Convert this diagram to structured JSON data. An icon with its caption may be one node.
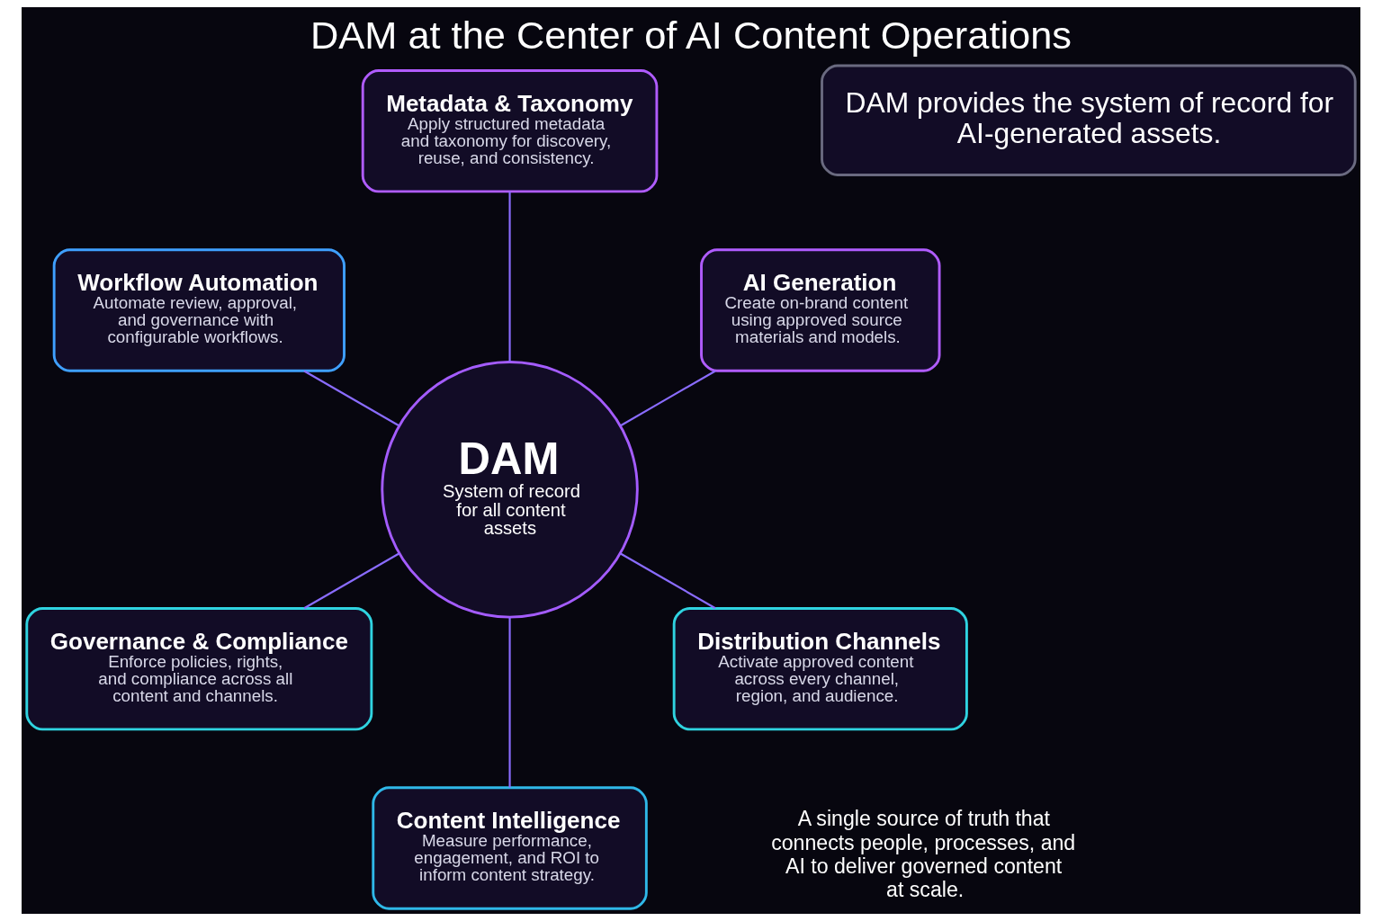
{
  "diagram": {
    "title": "DAM at the Center of AI Content Operations",
    "nodes": [
      {
        "text": [
          "DAM",
          "System of record for all content assets"
        ]
      },
      {
        "text": [
          "AI Generation",
          "Create on-brand content using approved source materials and models."
        ]
      },
      {
        "text": [
          "Metadata & Taxonomy",
          "Apply structured metadata and taxonomy for discovery, reuse, and consistency."
        ]
      },
      {
        "text": [
          "Workflow Automation",
          "Automate review, approval, and governance with configurable workflows."
        ]
      },
      {
        "text": [
          "Governance & Compliance",
          "Enforce policies, rights, and compliance across all content and channels."
        ]
      },
      {
        "text": [
          "Content Intelligence",
          "Measure performance, engagement, and ROI to inform content strategy."
        ]
      },
      {
        "text": [
          "Distribution Channels",
          "Activate approved content across every channel, region, and audience."
        ]
      },
      {
        "text": [
          "DAM provides the system of record for AI-generated assets."
        ]
      }
    ],
    "edges": [
      {
        "from": 0,
        "to": 1,
        "arrow": "none"
      },
      {
        "from": 0,
        "to": 2,
        "arrow": "none"
      },
      {
        "from": 0,
        "to": 3,
        "arrow": "none"
      },
      {
        "from": 0,
        "to": 4,
        "arrow": "none"
      },
      {
        "from": 0,
        "to": 5,
        "arrow": "none"
      },
      {
        "from": 0,
        "to": 6,
        "arrow": "none"
      }
    ],
    "labels": [
      "A single source of truth that connects people, processes, and AI to deliver governed content at scale."
    ]
  }
}
